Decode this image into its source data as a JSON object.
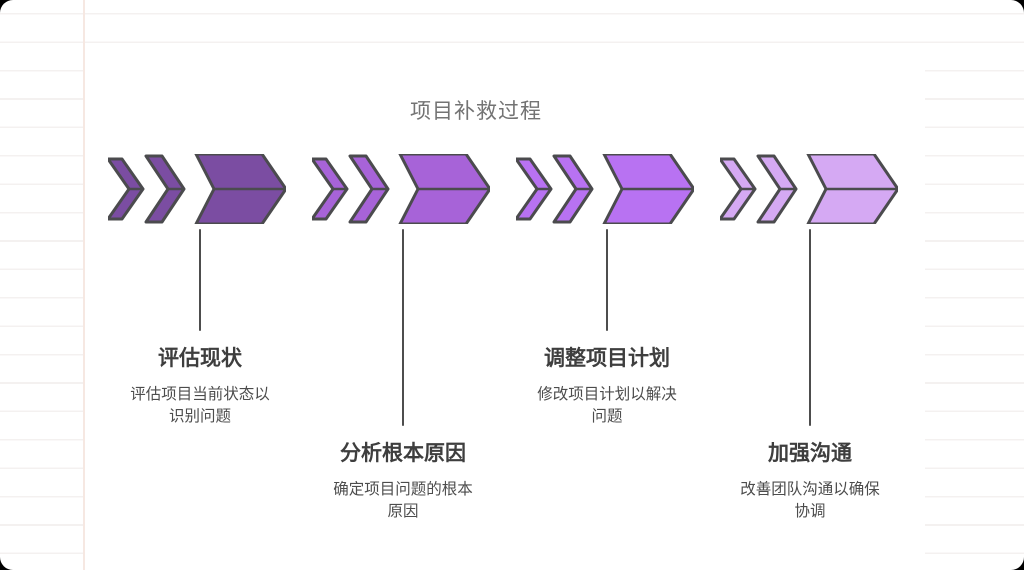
{
  "title": "项目补救过程",
  "colors": {
    "step1_fill": "#7b4da2",
    "step2_fill": "#a763d8",
    "step3_fill": "#b872f2",
    "step4_fill": "#d5a9f3",
    "outline": "#4b4b4e",
    "connector": "#4d4d4d",
    "title_text": "#737373",
    "heading_text": "#3e3e3e"
  },
  "steps": [
    {
      "heading": "评估现状",
      "description": "评估项目当前状态以\n识别问题",
      "color": "#7b4da2"
    },
    {
      "heading": "分析根本原因",
      "description": "确定项目问题的根本\n原因",
      "color": "#a763d8"
    },
    {
      "heading": "调整项目计划",
      "description": "修改项目计划以解决\n问题",
      "color": "#b872f2"
    },
    {
      "heading": "加强沟通",
      "description": "改善团队沟通以确保\n协调",
      "color": "#d5a9f3"
    }
  ]
}
